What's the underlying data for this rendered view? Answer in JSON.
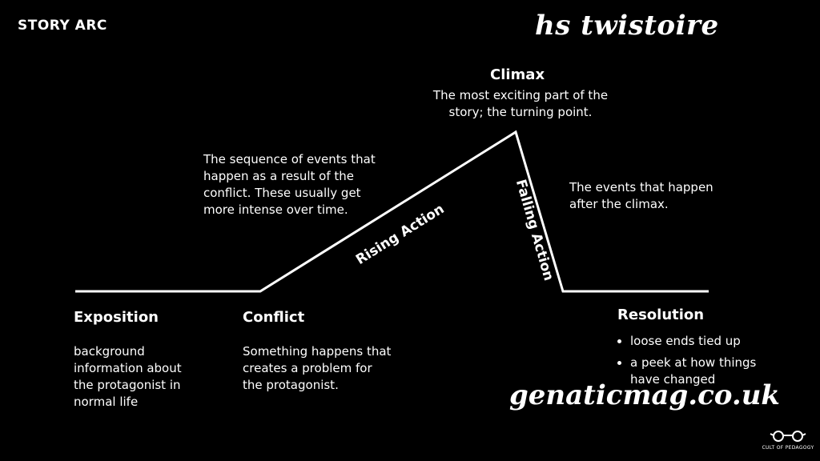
{
  "header": {
    "title": "STORY ARC"
  },
  "watermarks": {
    "top": "hs twistoire",
    "bottom": "genaticmag.co.uk"
  },
  "climax": {
    "title": "Climax",
    "desc": "The most exciting part of the story; the turning point."
  },
  "rising": {
    "desc": "The sequence of events that happen as a result of the conflict. These usually get more intense over time.",
    "label": "Rising Action"
  },
  "falling": {
    "desc": "The events that happen after the climax.",
    "label": "Falling Action"
  },
  "exposition": {
    "title": "Exposition",
    "desc": "background information about the protagonist in normal life"
  },
  "conflict": {
    "title": "Conflict",
    "desc": "Something happens that creates a problem for the protagonist."
  },
  "resolution": {
    "title": "Resolution",
    "bullets": [
      "loose ends tied up",
      "a peek at how things have changed"
    ]
  },
  "brand": {
    "text": "CULT OF PEDAGOGY"
  }
}
